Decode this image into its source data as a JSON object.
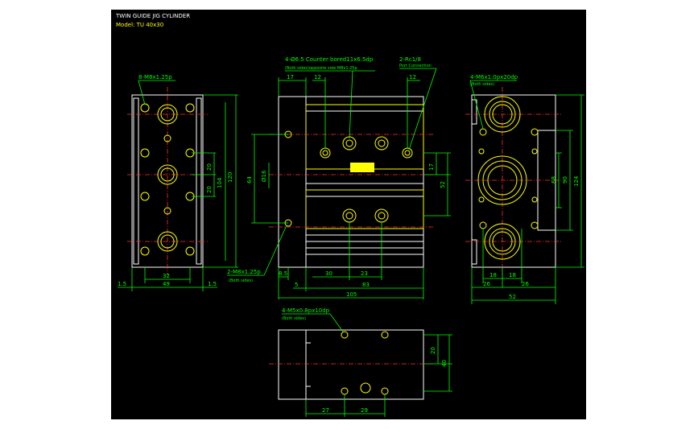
{
  "title": {
    "line1": "TWIN GUIDE JIG CYLINDER",
    "line2": "Model: TU 40x30"
  },
  "colors": {
    "background": "#000000",
    "outline": "#ffffff",
    "part": "#ffff00",
    "dimension": "#00ff00",
    "centerline": "#ff3030"
  },
  "left_view": {
    "callout_top": "8-M8x1.25p",
    "callout_bottom": "2-M8x1.25p",
    "callout_bottom_note": "(Both sides)",
    "dims": {
      "d32": "32",
      "d49": "49",
      "d15a": "1.5",
      "d15b": "1.5",
      "d20a": "20",
      "d20b": "20",
      "d104": "104",
      "d120": "120"
    }
  },
  "side_view": {
    "callout_cbore": "4-Ø6.5 Counter bored11x6.5dp",
    "callout_cbore_note": "(Both sides)opposite side M8x1.25p",
    "callout_port": "2-Rc1/8",
    "callout_port_note": "Port Connection",
    "dims": {
      "d17a": "17",
      "d12a": "12",
      "d12b": "12",
      "d64": "64",
      "d46": "Ø16",
      "d17b": "17",
      "d52": "52",
      "d85": "8.5",
      "d5": "5",
      "d30": "30",
      "d23": "23",
      "d83": "83",
      "d105": "105"
    }
  },
  "right_view": {
    "callout": "4-M6x1.0px20dp",
    "callout_note": "(Both sides)",
    "dims": {
      "d68": "68",
      "d90": "90",
      "d124": "124",
      "d18a": "18",
      "d18b": "18",
      "d26a": "26",
      "d26b": "26",
      "d52": "52"
    }
  },
  "bottom_view": {
    "callout": "4-M5x0.8px10dp",
    "callout_note": "(Both sides)",
    "dims": {
      "d20": "20",
      "d40": "40",
      "d27": "27",
      "d29": "29"
    }
  }
}
